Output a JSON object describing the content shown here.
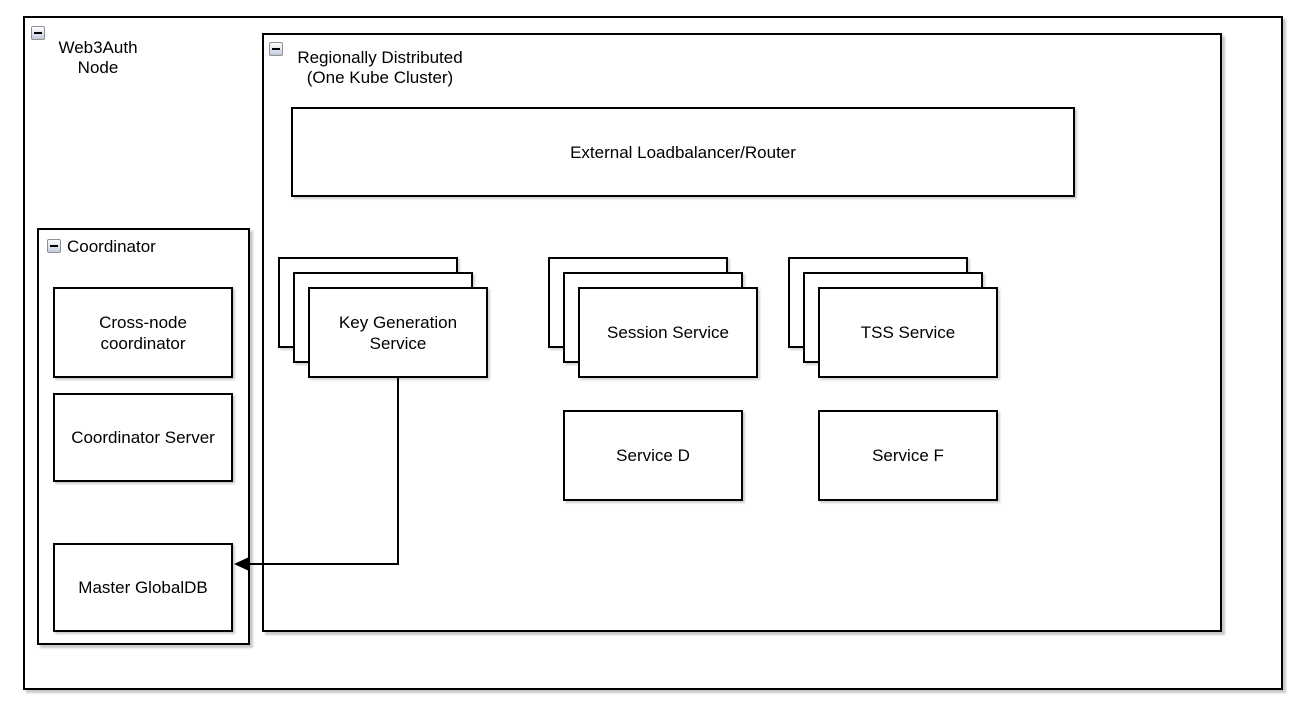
{
  "groups": {
    "web3auth_node": {
      "label": "Web3Auth\nNode"
    },
    "regionally_distributed": {
      "label": "Regionally Distributed\n(One Kube Cluster)"
    },
    "coordinator": {
      "label": "Coordinator"
    }
  },
  "nodes": {
    "external_loadbalancer": {
      "label": "External Loadbalancer/Router"
    },
    "key_generation_service": {
      "label": "Key Generation\nService",
      "replicas": 3
    },
    "session_service": {
      "label": "Session Service",
      "replicas": 3
    },
    "tss_service": {
      "label": "TSS Service",
      "replicas": 3
    },
    "service_d": {
      "label": "Service D"
    },
    "service_f": {
      "label": "Service F"
    },
    "cross_node_coordinator": {
      "label": "Cross-node\ncoordinator"
    },
    "coordinator_server": {
      "label": "Coordinator Server"
    },
    "master_globaldb": {
      "label": "Master GlobalDB"
    }
  },
  "edges": [
    {
      "from": "key_generation_service",
      "to": "master_globaldb",
      "style": "solid-arrow"
    }
  ],
  "colors": {
    "border": "#000000",
    "fill": "#ffffff",
    "shadow": "#d4d4d4",
    "collapse_button_border": "#8f8f8f"
  }
}
